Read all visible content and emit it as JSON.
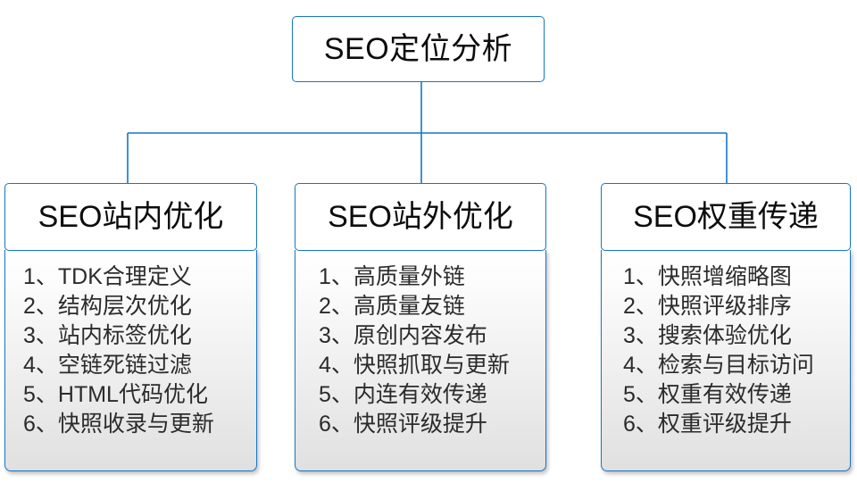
{
  "diagram": {
    "type": "org-chart",
    "root": {
      "label": "SEO定位分析"
    },
    "accent_color": "#1476c6",
    "text_color": "#0d0d0d",
    "list_text_color": "#2b2b2b",
    "branches": [
      {
        "header": "SEO站内优化",
        "items": [
          "1、TDK合理定义",
          "2、结构层次优化",
          "3、站内标签优化",
          "4、空链死链过滤",
          "5、HTML代码优化",
          "6、快照收录与更新"
        ]
      },
      {
        "header": "SEO站外优化",
        "items": [
          "1、高质量外链",
          "2、高质量友链",
          "3、原创内容发布",
          "4、快照抓取与更新",
          "5、内连有效传递",
          "6、快照评级提升"
        ]
      },
      {
        "header": "SEO权重传递",
        "items": [
          "1、快照增缩略图",
          "2、快照评级排序",
          "3、搜索体验优化",
          "4、检索与目标访问",
          "5、权重有效传递",
          "6、权重评级提升"
        ]
      }
    ]
  }
}
